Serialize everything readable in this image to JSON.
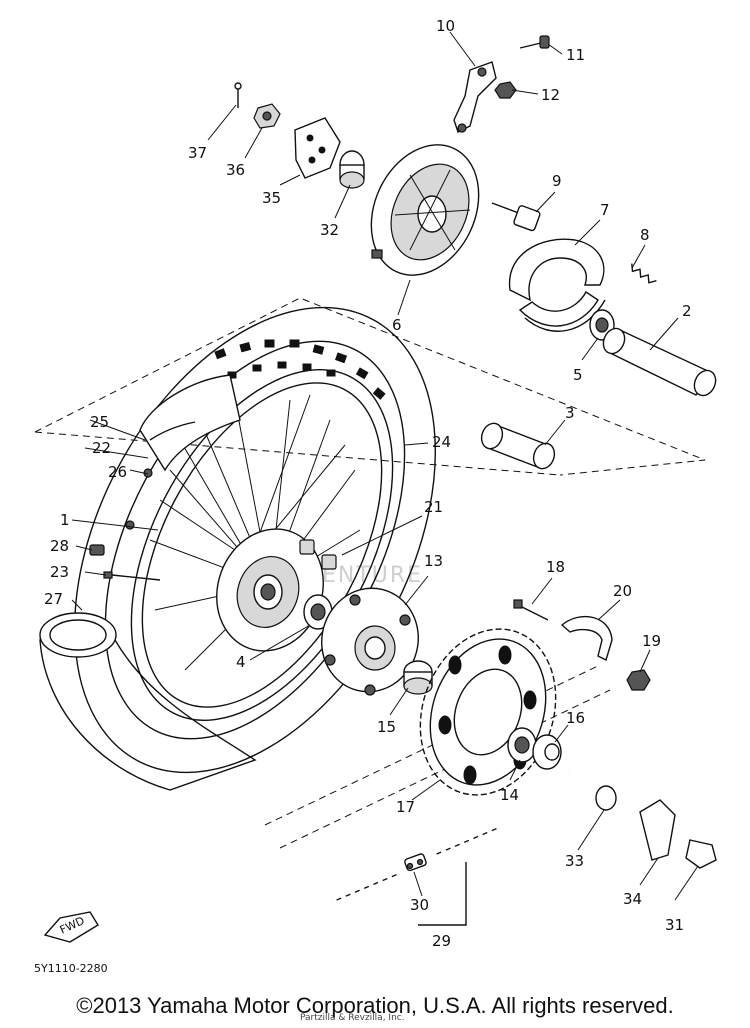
{
  "callouts": [
    "1",
    "2",
    "3",
    "4",
    "5",
    "6",
    "7",
    "8",
    "9",
    "10",
    "11",
    "12",
    "13",
    "14",
    "15",
    "16",
    "17",
    "18",
    "19",
    "20",
    "21",
    "22",
    "23",
    "24",
    "25",
    "26",
    "27",
    "28",
    "29",
    "30",
    "31",
    "32",
    "33",
    "34",
    "35",
    "36",
    "37"
  ],
  "front_label": "FWD",
  "diagram_code": "5Y1110-2280",
  "watermark": "ENTURE",
  "credit_small": "Partzilla & Revzilla, Inc.",
  "footer": "©2013 Yamaha Motor Corporation, U.S.A. All rights reserved."
}
